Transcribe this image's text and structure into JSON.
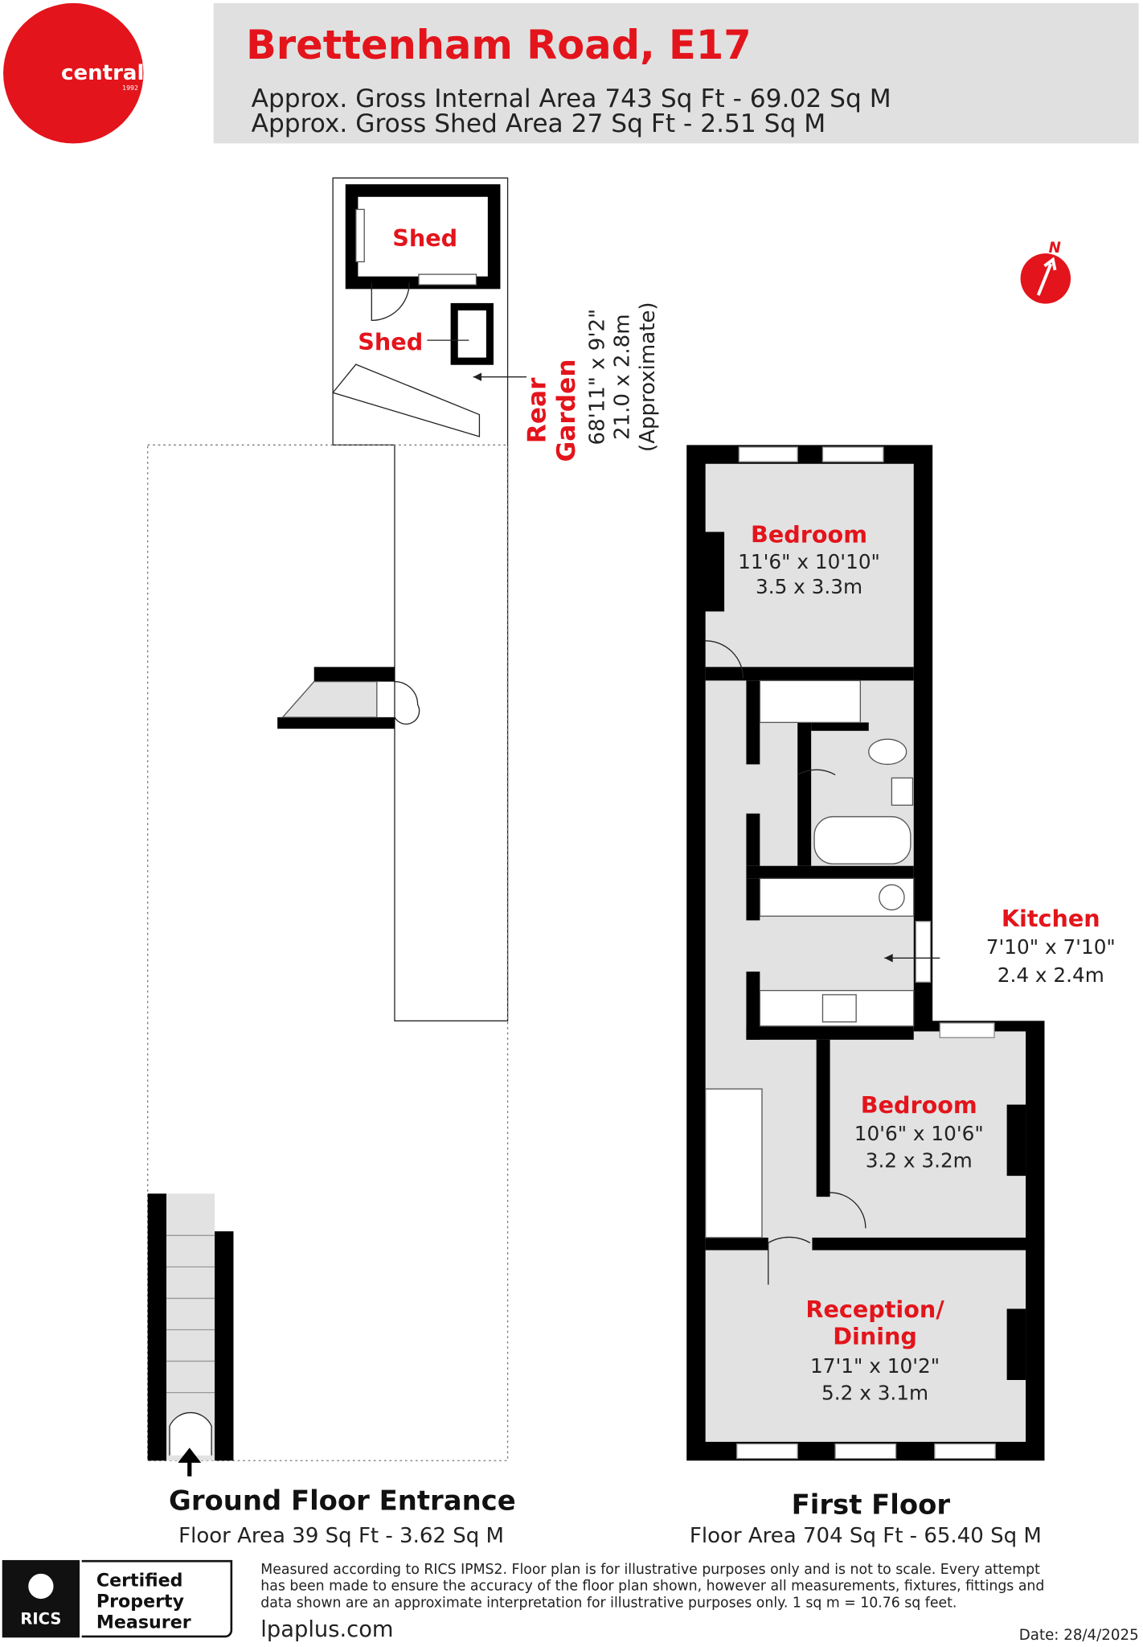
{
  "logo": {
    "name": "central",
    "year": "1992"
  },
  "header": {
    "title": "Brettenham Road, E17",
    "gross_internal": "Approx. Gross Internal Area 743 Sq Ft - 69.02 Sq M",
    "gross_shed": "Approx. Gross Shed Area 27 Sq Ft - 2.51 Sq M"
  },
  "compass": {
    "label": "N"
  },
  "rooms": {
    "shed1": {
      "name": "Shed"
    },
    "shed2": {
      "name": "Shed"
    },
    "garden": {
      "name1": "Rear",
      "name2": "Garden",
      "imperial": "68'11\" x 9'2\"",
      "metric": "21.0 x 2.8m",
      "note": "(Approximate)"
    },
    "bedroom1": {
      "name": "Bedroom",
      "imperial": "11'6\" x 10'10\"",
      "metric": "3.5 x 3.3m"
    },
    "kitchen": {
      "name": "Kitchen",
      "imperial": "7'10\" x 7'10\"",
      "metric": "2.4 x 2.4m"
    },
    "bedroom2": {
      "name": "Bedroom",
      "imperial": "10'6\" x 10'6\"",
      "metric": "3.2 x 3.2m"
    },
    "reception": {
      "name1": "Reception/",
      "name2": "Dining",
      "imperial": "17'1\" x 10'2\"",
      "metric": "5.2 x 3.1m"
    }
  },
  "floors": {
    "ground": {
      "title": "Ground Floor Entrance",
      "area": "Floor Area 39 Sq Ft - 3.62 Sq M"
    },
    "first": {
      "title": "First Floor",
      "area": "Floor Area 704 Sq Ft - 65.40 Sq M"
    }
  },
  "footer": {
    "rics": "RICS",
    "cert1": "Certified",
    "cert2": "Property",
    "cert3": "Measurer",
    "disclaimer1": "Measured according to RICS IPMS2. Floor plan is for illustrative purposes only and is not to scale. Every attempt",
    "disclaimer2": "has been made to ensure the accuracy of the floor plan shown, however all measurements, fixtures, fittings and",
    "disclaimer3": "data shown are an approximate interpretation for illustrative purposes only. 1 sq m = 10.76 sq feet.",
    "site": "lpaplus.com",
    "date": "Date: 28/4/2025"
  },
  "colors": {
    "brand": "#e3141b",
    "header_bg": "#e0e0e0",
    "room_fill": "#e2e2e2"
  }
}
